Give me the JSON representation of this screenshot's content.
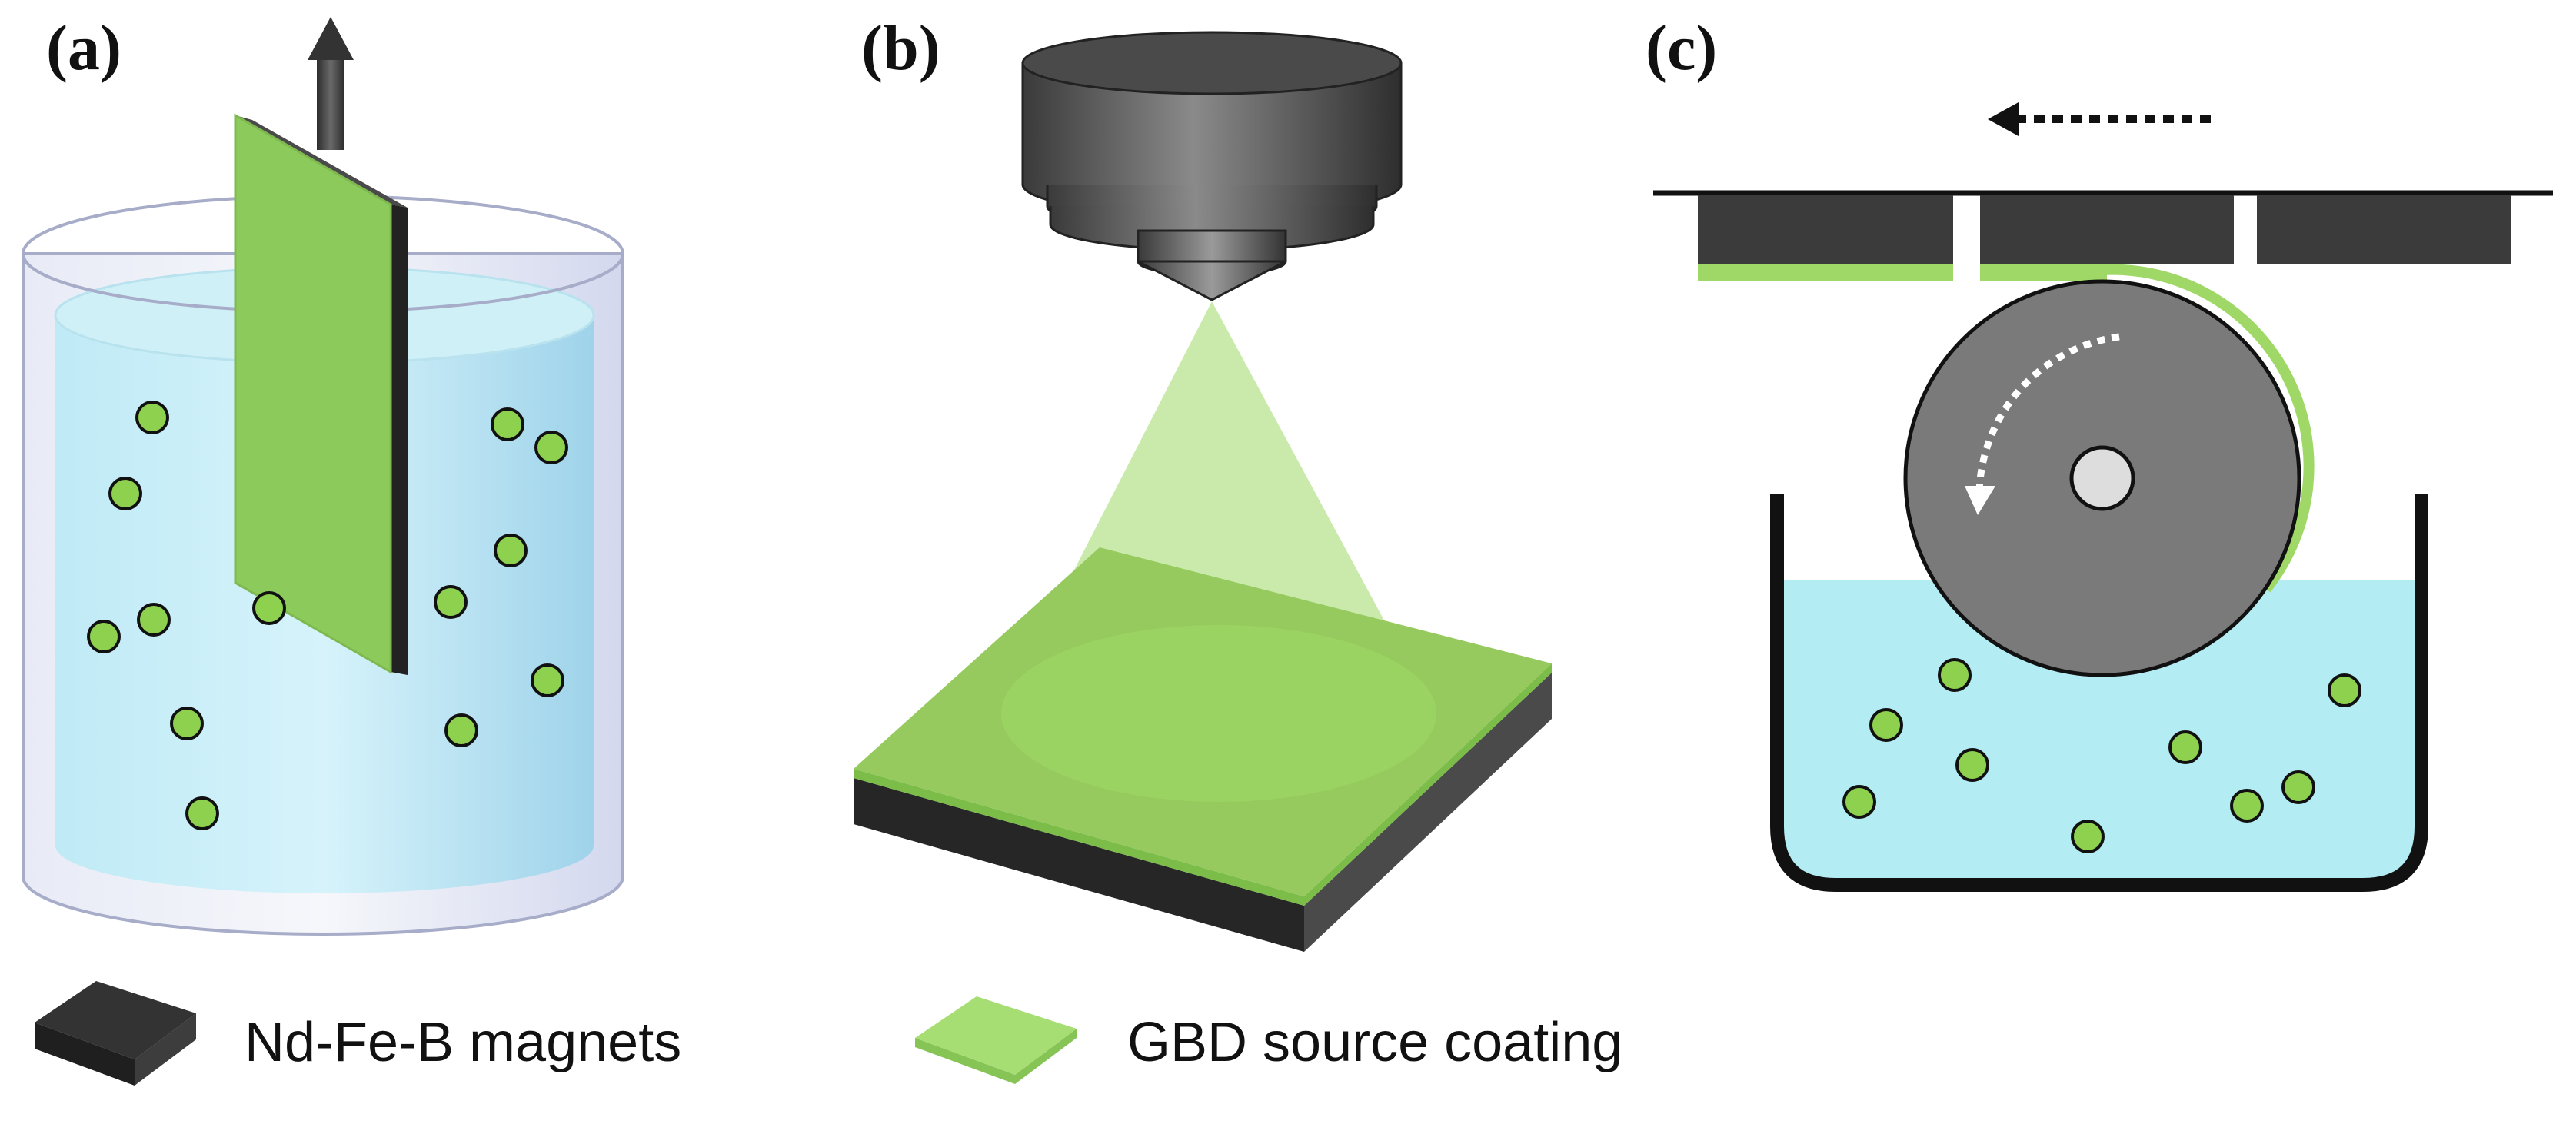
{
  "panels": [
    {
      "id": "a",
      "label": "(a)",
      "method": "dipping"
    },
    {
      "id": "b",
      "label": "(b)",
      "method": "spraying"
    },
    {
      "id": "c",
      "label": "(c)",
      "method": "roller coating"
    }
  ],
  "legend": [
    {
      "label": "Nd-Fe-B magnets",
      "swatch_color": "#2b2b2b"
    },
    {
      "label": "GBD source coating",
      "swatch_color": "#9fd867"
    }
  ],
  "colors": {
    "coating": "#9fd867",
    "coating_dark": "#86c455",
    "magnet": "#333333",
    "solution": "#b3ecf3",
    "particle": "#8ed14f",
    "outline": "#111111"
  },
  "icons": {
    "lift_direction": "up-arrow-icon",
    "substrate_motion": "dotted-left-arrow-icon",
    "roller_rotation": "curved-rotation-arrow-icon"
  }
}
